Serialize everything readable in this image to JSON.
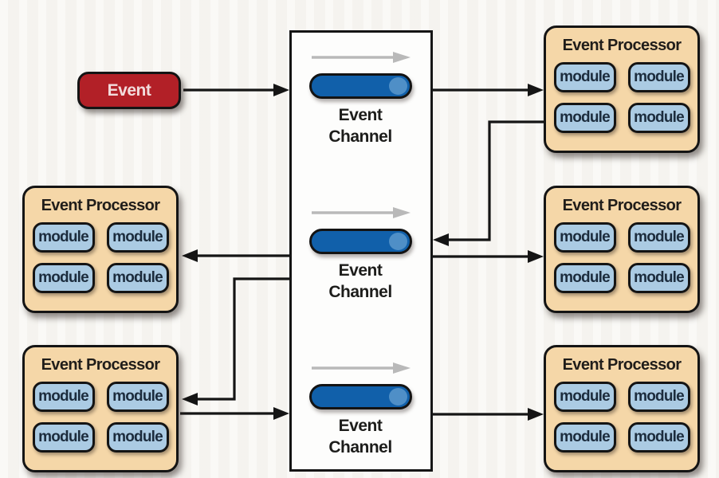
{
  "colors": {
    "background": "#f7f6f2",
    "event_red": "#b22027",
    "channel_blue": "#1160aa",
    "channel_blue_light": "#4f8fc7",
    "processor_tan": "#f5d7a8",
    "module_blue": "#abcbe3",
    "module_text": "#1c2c3d",
    "line_black": "#151515",
    "gray_arrow": "#b9b9b9"
  },
  "event": {
    "label": "Event"
  },
  "channels": [
    {
      "label": "Event Channel"
    },
    {
      "label": "Event Channel"
    },
    {
      "label": "Event Channel"
    }
  ],
  "processors": [
    {
      "title": "Event Processor",
      "modules": [
        "module",
        "module",
        "module",
        "module"
      ]
    },
    {
      "title": "Event Processor",
      "modules": [
        "module",
        "module",
        "module",
        "module"
      ]
    },
    {
      "title": "Event Processor",
      "modules": [
        "module",
        "module",
        "module",
        "module"
      ]
    },
    {
      "title": "Event Processor",
      "modules": [
        "module",
        "module",
        "module",
        "module"
      ]
    },
    {
      "title": "Event Processor",
      "modules": [
        "module",
        "module",
        "module",
        "module"
      ]
    }
  ]
}
